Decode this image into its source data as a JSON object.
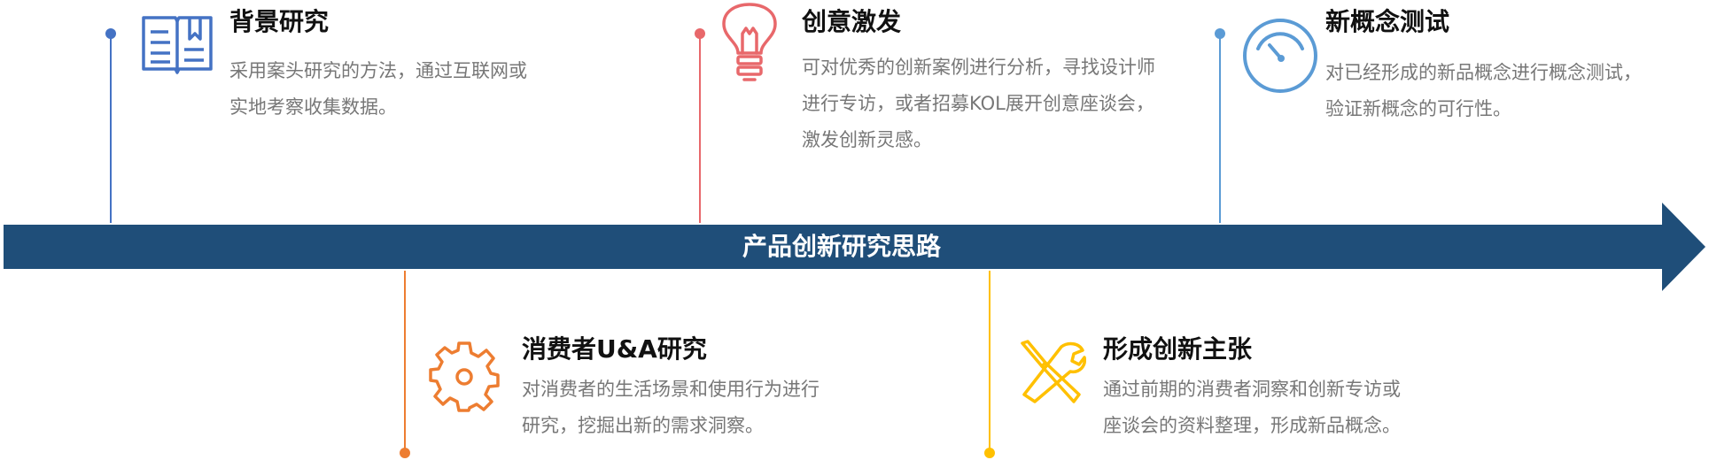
{
  "timeline": {
    "label": "产品创新研究思路",
    "color": "#1f4e79"
  },
  "stages": {
    "background": {
      "title": "背景研究",
      "desc_lines": [
        "采用案头研究的方法，通过互联网或",
        "实地考察收集数据。"
      ],
      "color": "#4472c4",
      "icon": "book-icon"
    },
    "idea": {
      "title": "创意激发",
      "desc_lines": [
        "可对优秀的创新案例进行分析，寻找设计师",
        "进行专访，或者招募KOL展开创意座谈会，",
        "激发创新灵感。"
      ],
      "color": "#e8686b",
      "icon": "lightbulb-icon"
    },
    "concept_test": {
      "title": "新概念测试",
      "desc_lines": [
        "对已经形成的新品概念进行概念测试，",
        "验证新概念的可行性。"
      ],
      "color": "#5b9bd5",
      "icon": "gauge-icon"
    },
    "consumer": {
      "title": "消费者U&A研究",
      "desc_lines": [
        "对消费者的生活场景和使用行为进行",
        "研究，挖掘出新的需求洞察。"
      ],
      "color": "#ed7d31",
      "icon": "gear-icon"
    },
    "proposal": {
      "title": "形成创新主张",
      "desc_lines": [
        "通过前期的消费者洞察和创新专访或",
        "座谈会的资料整理，形成新品概念。"
      ],
      "color": "#ffc000",
      "icon": "tools-icon"
    }
  }
}
